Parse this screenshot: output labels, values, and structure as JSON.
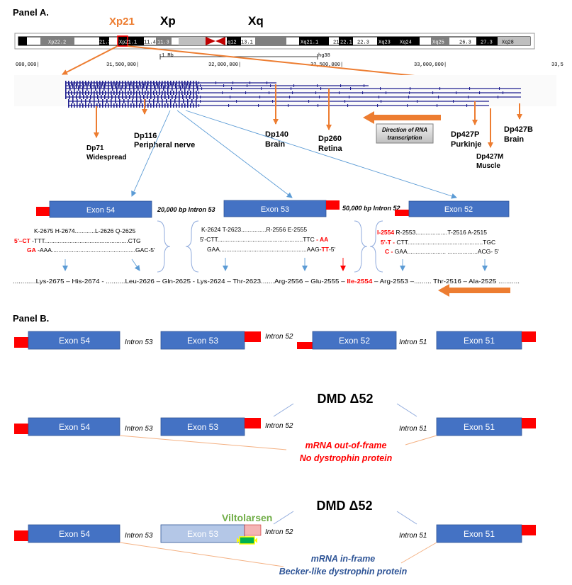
{
  "panel_a": {
    "title": "Panel A.",
    "band_xp21": "Xp21",
    "arm_xp": "Xp",
    "arm_xq": "Xq",
    "ideogram_bands": [
      "Xp22.2",
      "21.3",
      "Xp21.1",
      "11.4",
      "11.3",
      "q12",
      "13.1",
      "Xq21.1",
      "21.31",
      "22.1",
      "22.3",
      "Xq23",
      "Xq24",
      "Xq25",
      "26.3",
      "27.3",
      "Xq28"
    ],
    "ruler_scale": "1 Mb",
    "ruler_build": "hg38",
    "ruler_ticks": [
      "000,000|",
      "31,500,000|",
      "32,000,000|",
      "32,500,000|",
      "33,000,000|",
      "33,5"
    ],
    "isoforms": [
      {
        "name": "Dp71",
        "tissue": "Widespread"
      },
      {
        "name": "Dp116",
        "tissue": "Peripheral nerve"
      },
      {
        "name": "Dp140",
        "tissue": "Brain"
      },
      {
        "name": "Dp260",
        "tissue": "Retina"
      },
      {
        "name": "Dp427P",
        "tissue": "Purkinje"
      },
      {
        "name": "Dp427M",
        "tissue": "Muscle"
      },
      {
        "name": "Dp427B",
        "tissue": "Brain"
      }
    ],
    "direction_label_1": "Direction of RNA",
    "direction_label_2": "transcription",
    "exon54": "Exon 54",
    "exon53": "Exon 53",
    "exon52": "Exon 52",
    "intron53_len": "20,000 bp Intron 53",
    "intron52_len": "50,000 bp Intron 52",
    "seq54": {
      "aa": "K-2675  H-2674............L-2626  Q-2625",
      "top_prefix": "5'–CT",
      "top": " -TTT..................................................CTG",
      "bot_prefix": "GA",
      "bot": " -AAA..................................................GAC-5'"
    },
    "seq53": {
      "aa": "K-2624  T-2623...............R-2556  E-2555",
      "top": "5'-CTT...................................................TTC",
      "top_suffix": " - AA",
      "bot": "GAA....................................................AAG-",
      "bot_suffix": "TT",
      "bot_end": "-5'"
    },
    "seq52": {
      "aa_prefix": "I-2554",
      "aa": "  R-2553...................T-2516  A-2515",
      "top_prefix": "5'-T -",
      "top": "  CTT.............................................TGC",
      "bot_prefix": "C -",
      "bot": "  GAA.......................  ..................ACG- 5'"
    },
    "protein_pre": "............Lys-2675 – His-2674 - ..........Leu-2626 – Gln-2625 - Lys-2624 – Thr-2623.......Arg-2556 – Glu-2555 –",
    "protein_red": " Ile-2554",
    "protein_post": " – Arg-2553 –......... Thr-2516 – Ala-2525 ..........."
  },
  "panel_b": {
    "title": "Panel B.",
    "row1": {
      "exon54": "Exon 54",
      "intron53": "Intron 53",
      "exon53": "Exon 53",
      "intron52": "Intron 52",
      "exon52": "Exon 52",
      "intron51": "Intron 51",
      "exon51": "Exon 51"
    },
    "row2": {
      "title": "DMD Δ52",
      "exon54": "Exon 54",
      "intron53": "Intron 53",
      "exon53": "Exon 53",
      "intron52": "Intron 52",
      "intron51": "Intron 51",
      "exon51": "Exon 51",
      "msg1": "mRNA out-of-frame",
      "msg2": "No dystrophin protein"
    },
    "row3": {
      "title": "DMD Δ52",
      "drug": "Viltolarsen",
      "exon54": "Exon 54",
      "intron53": "Intron 53",
      "exon53": "Exon 53",
      "intron52": "Intron 52",
      "intron51": "Intron 51",
      "exon51": "Exon 51",
      "msg1": "mRNA in-frame",
      "msg2": "Becker-like dystrophin protein"
    }
  },
  "colors": {
    "exon_blue": "#4472c4",
    "exon_faded": "#b4c7e7",
    "exon_red": "#ff0000",
    "orange": "#ed7d31",
    "red_text": "#ff0000",
    "blue_text": "#2f5597",
    "green": "#70ad47",
    "navy": "#1f1f8f"
  }
}
